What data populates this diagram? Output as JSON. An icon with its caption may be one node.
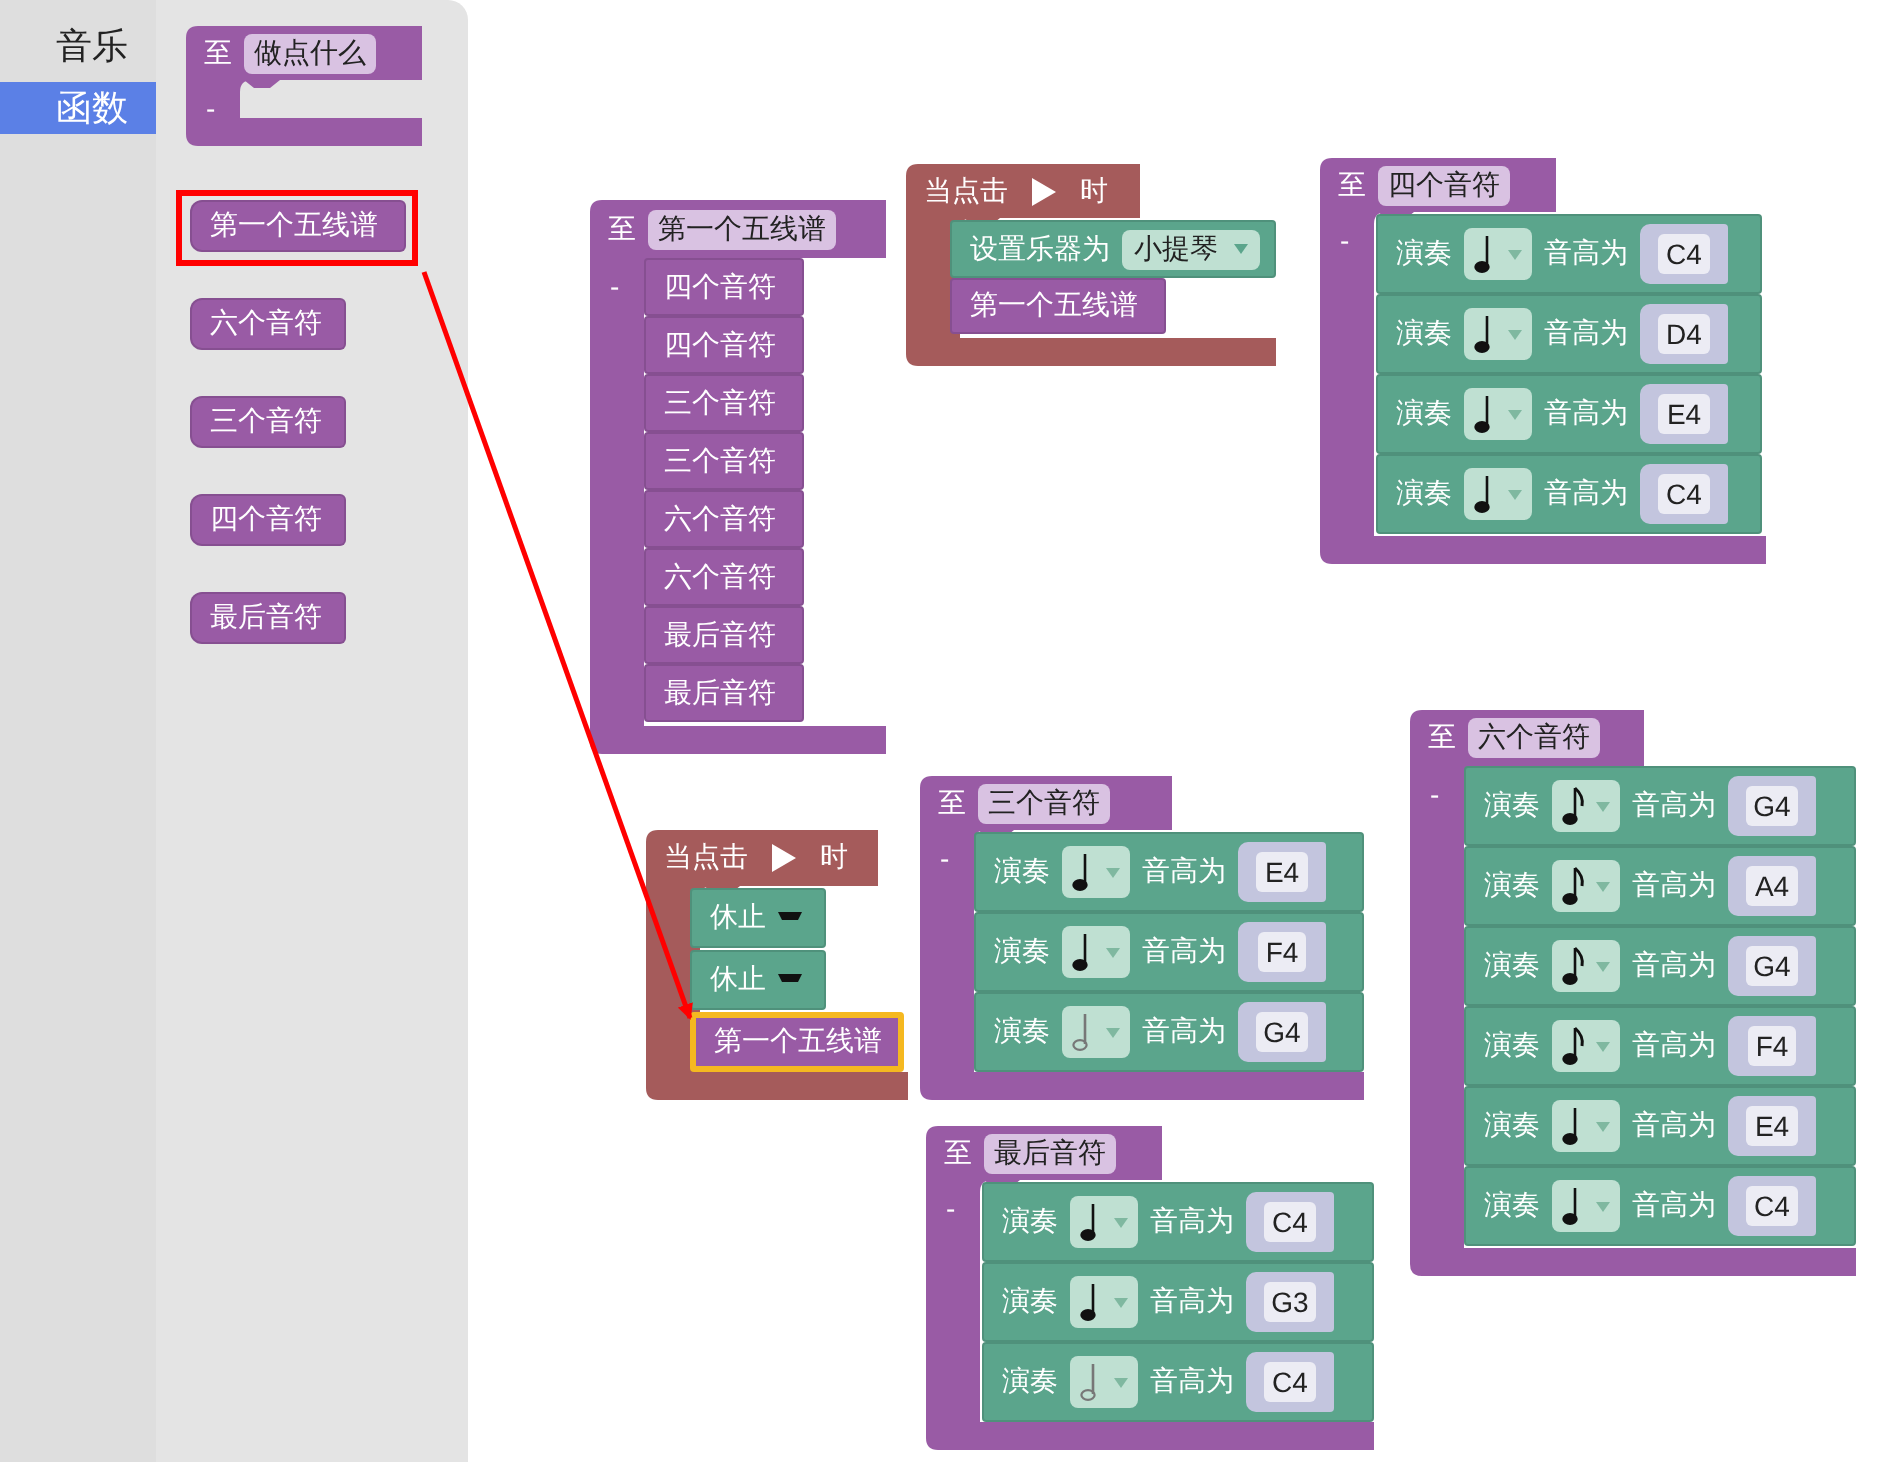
{
  "diagram": {
    "nodes": [
      {
        "text": [
          "至",
          "做点什么",
          "-"
        ]
      },
      {
        "text": [
          "第一个五线谱"
        ]
      },
      {
        "text": [
          "六个音符"
        ]
      },
      {
        "text": [
          "三个音符"
        ]
      },
      {
        "text": [
          "四个音符"
        ]
      },
      {
        "text": [
          "最后音符"
        ]
      },
      {
        "text": [
          "至",
          "第一个五线谱",
          "-"
        ]
      },
      {
        "text": [
          "四个音符"
        ],
        "in": 6
      },
      {
        "text": [
          "四个音符"
        ],
        "in": 6
      },
      {
        "text": [
          "三个音符"
        ],
        "in": 6
      },
      {
        "text": [
          "三个音符"
        ],
        "in": 6
      },
      {
        "text": [
          "六个音符"
        ],
        "in": 6
      },
      {
        "text": [
          "六个音符"
        ],
        "in": 6
      },
      {
        "text": [
          "最后音符"
        ],
        "in": 6
      },
      {
        "text": [
          "最后音符"
        ],
        "in": 6
      },
      {
        "text": [
          "当点击",
          "时"
        ]
      },
      {
        "text": [
          "设置乐器为",
          "小提琴"
        ],
        "in": 15
      },
      {
        "text": [
          "第一个五线谱"
        ],
        "in": 15
      },
      {
        "text": [
          "至",
          "四个音符",
          "-"
        ]
      },
      {
        "text": [
          "演奏",
          "音高为",
          "C4"
        ],
        "in": 18
      },
      {
        "text": [
          "演奏",
          "音高为",
          "D4"
        ],
        "in": 18
      },
      {
        "text": [
          "演奏",
          "音高为",
          "E4"
        ],
        "in": 18
      },
      {
        "text": [
          "演奏",
          "音高为",
          "C4"
        ],
        "in": 18
      },
      {
        "text": [
          "当点击",
          "时"
        ]
      },
      {
        "text": [
          "休止"
        ],
        "in": 23
      },
      {
        "text": [
          "休止"
        ],
        "in": 23
      },
      {
        "text": [
          "第一个五线谱"
        ],
        "in": 23
      },
      {
        "text": [
          "至",
          "三个音符",
          "-"
        ]
      },
      {
        "text": [
          "演奏",
          "音高为",
          "E4"
        ],
        "in": 27
      },
      {
        "text": [
          "演奏",
          "音高为",
          "F4"
        ],
        "in": 27
      },
      {
        "text": [
          "演奏",
          "音高为",
          "G4"
        ],
        "in": 27
      },
      {
        "text": [
          "至",
          "最后音符",
          "-"
        ]
      },
      {
        "text": [
          "演奏",
          "音高为",
          "C4"
        ],
        "in": 31
      },
      {
        "text": [
          "演奏",
          "音高为",
          "G3"
        ],
        "in": 31
      },
      {
        "text": [
          "演奏",
          "音高为",
          "C4"
        ],
        "in": 31
      },
      {
        "text": [
          "至",
          "六个音符",
          "-"
        ]
      },
      {
        "text": [
          "演奏",
          "音高为",
          "G4"
        ],
        "in": 35
      },
      {
        "text": [
          "演奏",
          "音高为",
          "A4"
        ],
        "in": 35
      },
      {
        "text": [
          "演奏",
          "音高为",
          "G4"
        ],
        "in": 35
      },
      {
        "text": [
          "演奏",
          "音高为",
          "F4"
        ],
        "in": 35
      },
      {
        "text": [
          "演奏",
          "音高为",
          "E4"
        ],
        "in": 35
      },
      {
        "text": [
          "演奏",
          "音高为",
          "C4"
        ],
        "in": 35
      }
    ],
    "edges": [
      {
        "from": 1,
        "to": 26,
        "arrow": "to",
        "color": "#ff0000"
      }
    ],
    "labels": [
      "音乐",
      "函数"
    ]
  }
}
